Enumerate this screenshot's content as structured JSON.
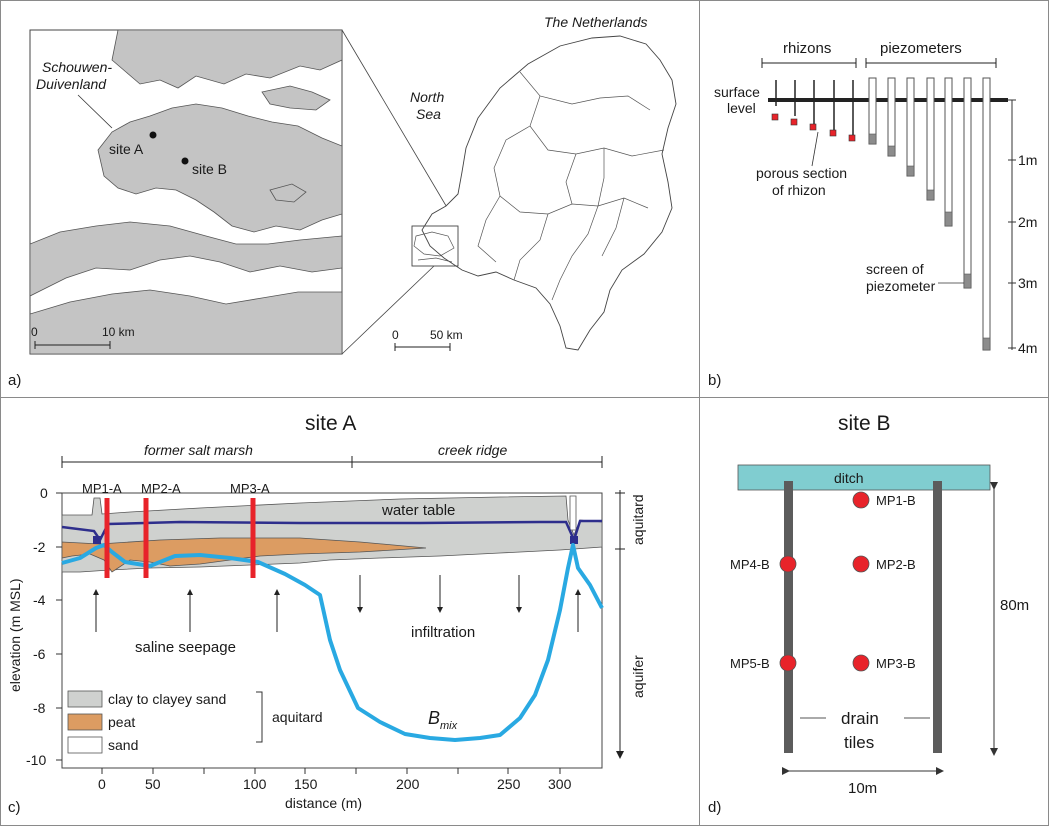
{
  "panels": {
    "a": {
      "label": "a)",
      "island_name": [
        "Schouwen-",
        "Duivenland"
      ],
      "site_a": "site A",
      "site_b": "site B",
      "sea_name": [
        "North",
        "Sea"
      ],
      "country_name": "The Netherlands",
      "scale_inset_zero": "0",
      "scale_inset_value": "10 km",
      "scale_map_zero": "0",
      "scale_map_value": "50 km"
    },
    "b": {
      "label": "b)",
      "rhizons_label": "rhizons",
      "piezometers_label": "piezometers",
      "surface_level": [
        "surface",
        "level"
      ],
      "porous_section": [
        "porous section",
        "of rhizon"
      ],
      "screen_label": [
        "screen of",
        "piezometer"
      ],
      "depth_ticks": [
        "1m",
        "2m",
        "3m",
        "4m"
      ]
    },
    "c": {
      "label": "c)",
      "title": "site A",
      "zone_left": "former salt marsh",
      "zone_right": "creek ridge",
      "water_table": "water table",
      "saline_seepage": "saline seepage",
      "infiltration": "infiltration",
      "bmix": "B",
      "bmix_sub": "mix",
      "aquitard_right": "aquitard",
      "aquifer_right": "aquifer",
      "ylabel": "elevation (m MSL)",
      "xlabel": "distance (m)",
      "y_ticks": [
        "0",
        "-2",
        "-4",
        "-6",
        "-8",
        "-10"
      ],
      "x_ticks": [
        "0",
        "50",
        "100",
        "150",
        "200",
        "250",
        "300"
      ],
      "wells": [
        "MP1-A",
        "MP2-A",
        "MP3-A"
      ],
      "legend": {
        "items": [
          "clay to clayey sand",
          "peat",
          "sand"
        ],
        "group_label": "aquitard"
      },
      "colors": {
        "clay": "#cfd1cf",
        "peat": "#dc9c62",
        "water_table": "#2e2e8c",
        "bmix": "#29a9e2",
        "wells": "#e8232a"
      }
    },
    "d": {
      "label": "d)",
      "title": "site B",
      "ditch": "ditch",
      "wells": [
        "MP1-B",
        "MP2-B",
        "MP3-B",
        "MP4-B",
        "MP5-B"
      ],
      "drain_tiles": [
        "drain",
        "tiles"
      ],
      "height_label": "80m",
      "width_label": "10m",
      "colors": {
        "ditch": "#80cdd0",
        "well": "#e8232a"
      }
    }
  }
}
